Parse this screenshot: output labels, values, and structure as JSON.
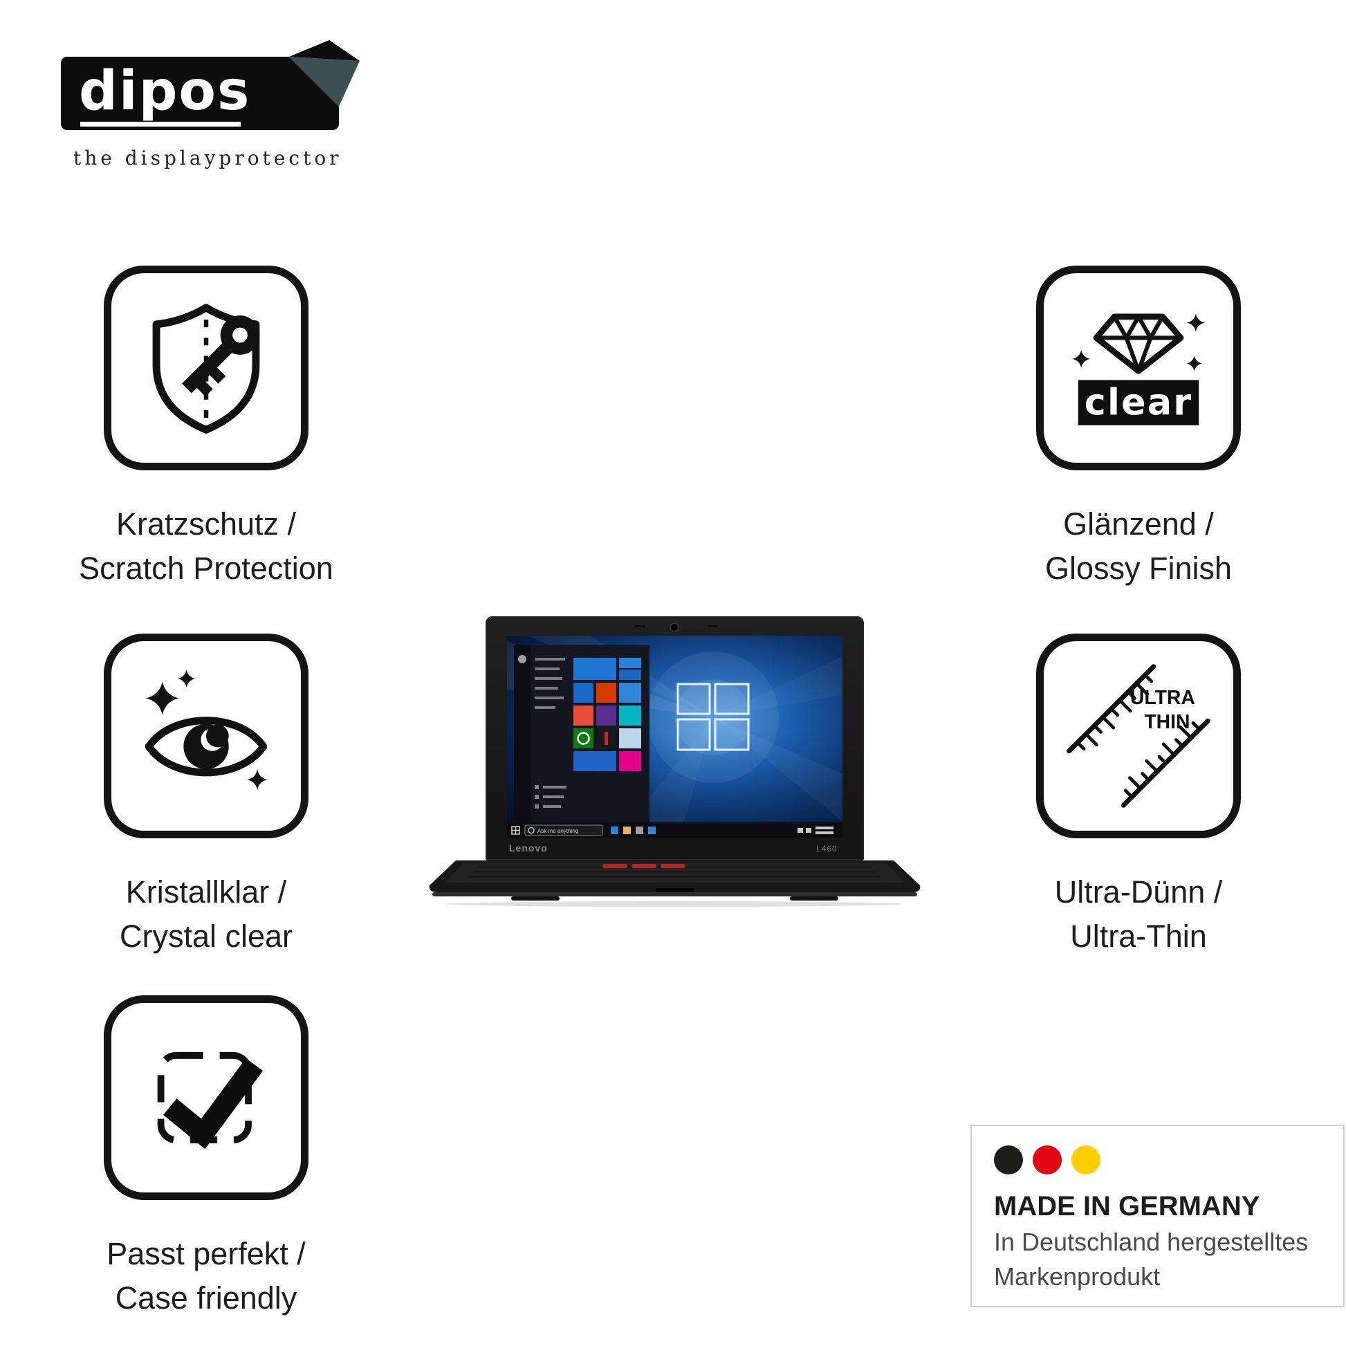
{
  "logo": {
    "brand": "dipos",
    "tagline": "the displayprotector",
    "bg_color": "#0d0d0d"
  },
  "features": [
    {
      "name": "scratch-protection",
      "icon": "shield-key-icon",
      "line1": "Kratzschutz /",
      "line2": "Scratch Protection"
    },
    {
      "name": "glossy-finish",
      "icon": "diamond-clear-icon",
      "line1": "Glänzend /",
      "line2": "Glossy Finish",
      "badge": "clear"
    },
    {
      "name": "crystal-clear",
      "icon": "eye-sparkle-icon",
      "line1": "Kristallklar /",
      "line2": "Crystal clear"
    },
    {
      "name": "ultra-thin",
      "icon": "ruler-ultra-thin-icon",
      "line1": "Ultra-Dünn /",
      "line2": "Ultra-Thin",
      "icon_word1": "ULTRA",
      "icon_word2": "THIN"
    },
    {
      "name": "case-friendly",
      "icon": "check-frame-icon",
      "line1": "Passt perfekt /",
      "line2": "Case friendly"
    }
  ],
  "laptop": {
    "bezel_brand": "Lenovo",
    "bezel_model": "L460",
    "taskbar_search_placeholder": "Ask me anything",
    "accent_red": "#b3261e",
    "wallpaper_blue": "#1a5cab"
  },
  "made_in": {
    "title": "MADE IN GERMANY",
    "subtitle1": "In Deutschland hergestelltes",
    "subtitle2": "Markenprodukt",
    "flag_colors": [
      "#1d1d1b",
      "#e30613",
      "#ffce00"
    ]
  }
}
